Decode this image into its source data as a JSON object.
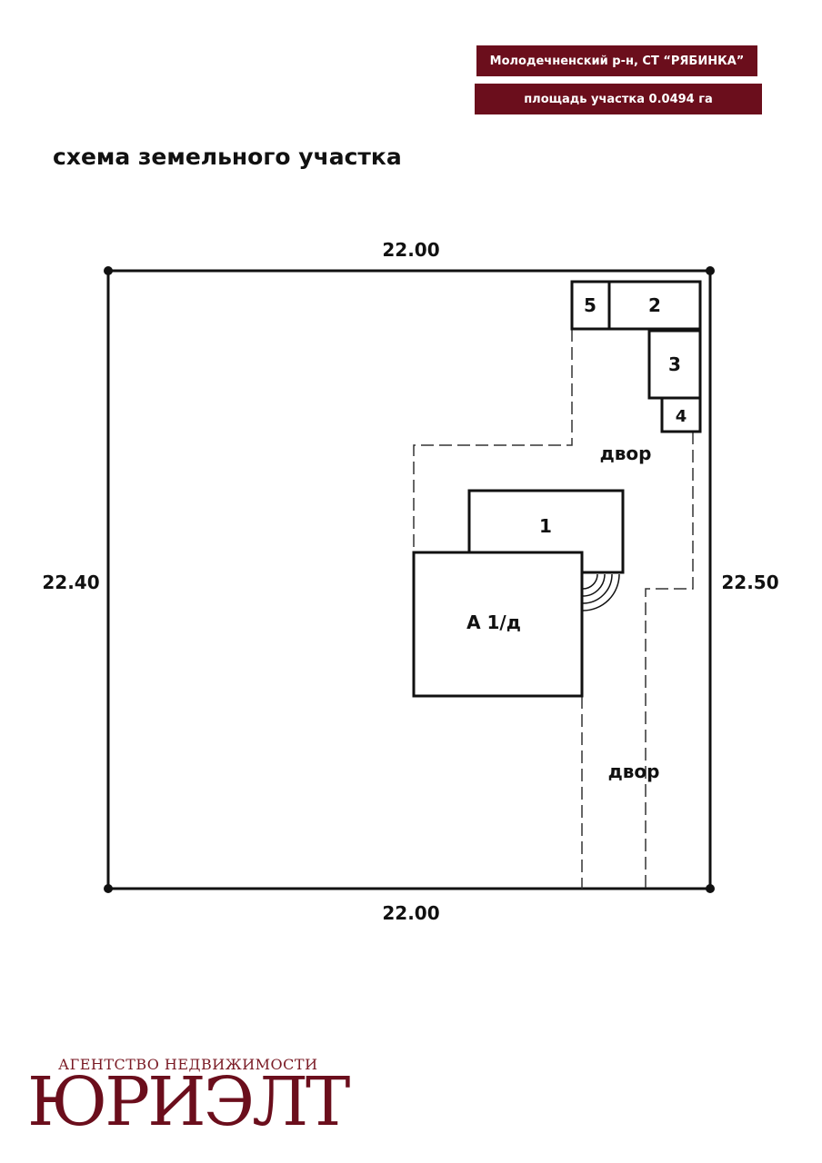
{
  "header": {
    "location": "Молодечненский р-н, СТ “РЯБИНКА”",
    "area": "площадь участка 0.0494 га"
  },
  "title": "схема земельного участка",
  "plot": {
    "dimensions": {
      "top": "22.00",
      "bottom": "22.00",
      "left": "22.40",
      "right": "22.50"
    },
    "buildings": [
      {
        "id": "5",
        "label": "5"
      },
      {
        "id": "2",
        "label": "2"
      },
      {
        "id": "3",
        "label": "3"
      },
      {
        "id": "4",
        "label": "4"
      },
      {
        "id": "1",
        "label": "1"
      },
      {
        "id": "main",
        "label": "А 1/д"
      }
    ],
    "yards": [
      {
        "label": "двор"
      },
      {
        "label": "двор"
      }
    ]
  },
  "logo": {
    "subtitle": "АГЕНТСТВО НЕДВИЖИМОСТИ",
    "name": "ЮРИЭЛТ",
    "color": "#6b0e1c"
  },
  "colors": {
    "banner": "#6b0e1c",
    "lines": "#111111"
  }
}
